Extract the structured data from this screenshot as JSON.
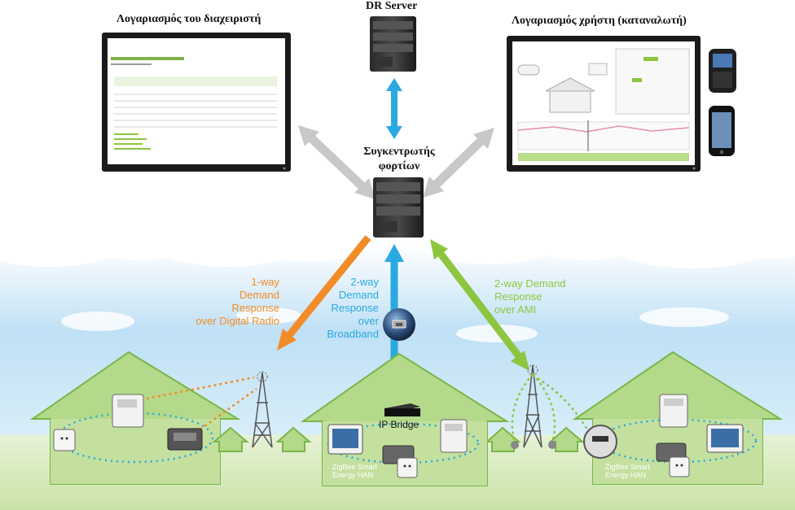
{
  "titles": {
    "dr_server": "DR Server",
    "aggregator_line1": "Συγκεντρωτής",
    "aggregator_line2": "φορτίων",
    "admin_account": "Λογαριασμός του διαχειριστή",
    "user_account": "Λογαριασμός χρήστη (καταναλωτή)"
  },
  "links": {
    "digital_radio": [
      "1-way",
      "Demand",
      "Response",
      "over Digital Radio"
    ],
    "broadband": [
      "2-way",
      "Demand",
      "Response",
      "over",
      "Broadband"
    ],
    "ami": [
      "2-way Demand",
      "Response",
      "over AMI"
    ]
  },
  "devices": {
    "ip_bridge": "IP Bridge",
    "zigbee_line1": "ZigBee Smart",
    "zigbee_line2": "Energy HAN"
  },
  "colors": {
    "orange": "#f28c28",
    "blue": "#29a9e0",
    "green": "#8cc63f",
    "grey": "#c8c8c8",
    "house_fill": "#b4d98a",
    "house_edge": "#7ab648",
    "sky_top": "#ffffff",
    "sky": "#cfe8f7"
  },
  "icons": [
    "server-icon",
    "monitor-icon",
    "phone-icon",
    "globe-icon",
    "antenna-tower-icon",
    "thermostat-icon",
    "smart-plug-icon",
    "load-controller-icon",
    "smart-meter-icon",
    "ip-bridge-icon",
    "touchscreen-display-icon"
  ]
}
